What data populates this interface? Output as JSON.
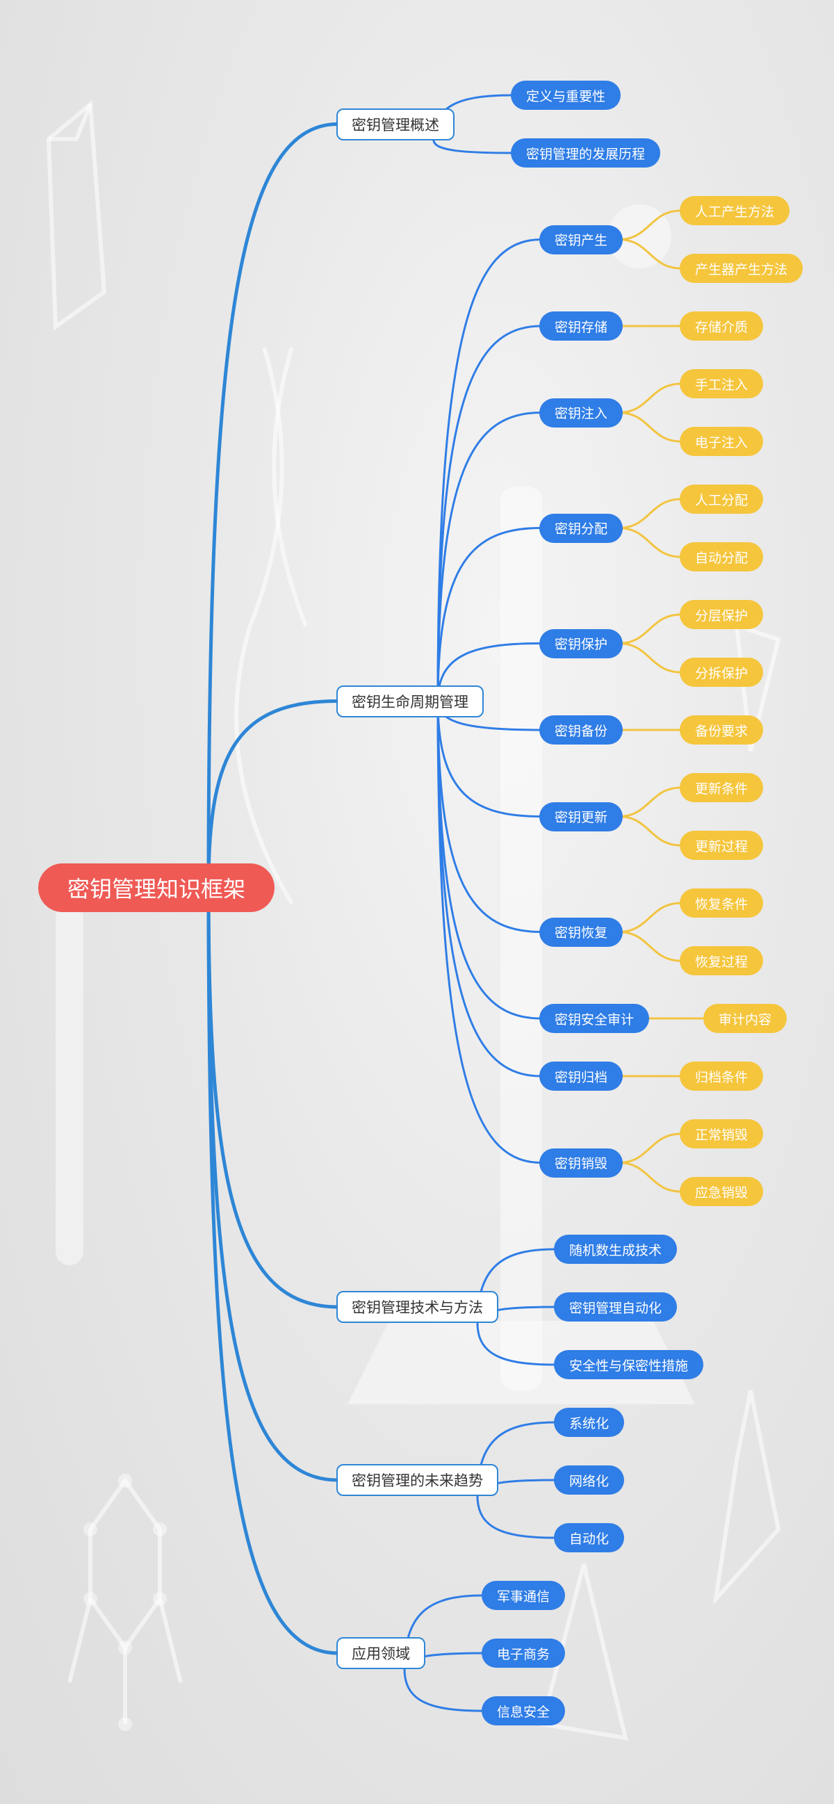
{
  "colors": {
    "root_fill": "#ef5a55",
    "main_link": "#2e86d6",
    "l2_fill": "#2f7de6",
    "l2_link": "#2f7de6",
    "l3_fill": "#f5c53c",
    "l3_link": "#f2c441"
  },
  "mindmap": {
    "root": "密钥管理知识框架",
    "branches": [
      {
        "label": "密钥管理概述",
        "children": [
          {
            "label": "定义与重要性",
            "children": []
          },
          {
            "label": "密钥管理的发展历程",
            "children": []
          }
        ]
      },
      {
        "label": "密钥生命周期管理",
        "children": [
          {
            "label": "密钥产生",
            "children": [
              "人工产生方法",
              "产生器产生方法"
            ]
          },
          {
            "label": "密钥存储",
            "children": [
              "存储介质"
            ]
          },
          {
            "label": "密钥注入",
            "children": [
              "手工注入",
              "电子注入"
            ]
          },
          {
            "label": "密钥分配",
            "children": [
              "人工分配",
              "自动分配"
            ]
          },
          {
            "label": "密钥保护",
            "children": [
              "分层保护",
              "分拆保护"
            ]
          },
          {
            "label": "密钥备份",
            "children": [
              "备份要求"
            ]
          },
          {
            "label": "密钥更新",
            "children": [
              "更新条件",
              "更新过程"
            ]
          },
          {
            "label": "密钥恢复",
            "children": [
              "恢复条件",
              "恢复过程"
            ]
          },
          {
            "label": "密钥安全审计",
            "children": [
              "审计内容"
            ]
          },
          {
            "label": "密钥归档",
            "children": [
              "归档条件"
            ]
          },
          {
            "label": "密钥销毁",
            "children": [
              "正常销毁",
              "应急销毁"
            ]
          }
        ]
      },
      {
        "label": "密钥管理技术与方法",
        "children": [
          {
            "label": "随机数生成技术",
            "children": []
          },
          {
            "label": "密钥管理自动化",
            "children": []
          },
          {
            "label": "安全性与保密性措施",
            "children": []
          }
        ]
      },
      {
        "label": "密钥管理的未来趋势",
        "children": [
          {
            "label": "系统化",
            "children": []
          },
          {
            "label": "网络化",
            "children": []
          },
          {
            "label": "自动化",
            "children": []
          }
        ]
      },
      {
        "label": "应用领域",
        "children": [
          {
            "label": "军事通信",
            "children": []
          },
          {
            "label": "电子商务",
            "children": []
          },
          {
            "label": "信息安全",
            "children": []
          }
        ]
      }
    ]
  }
}
